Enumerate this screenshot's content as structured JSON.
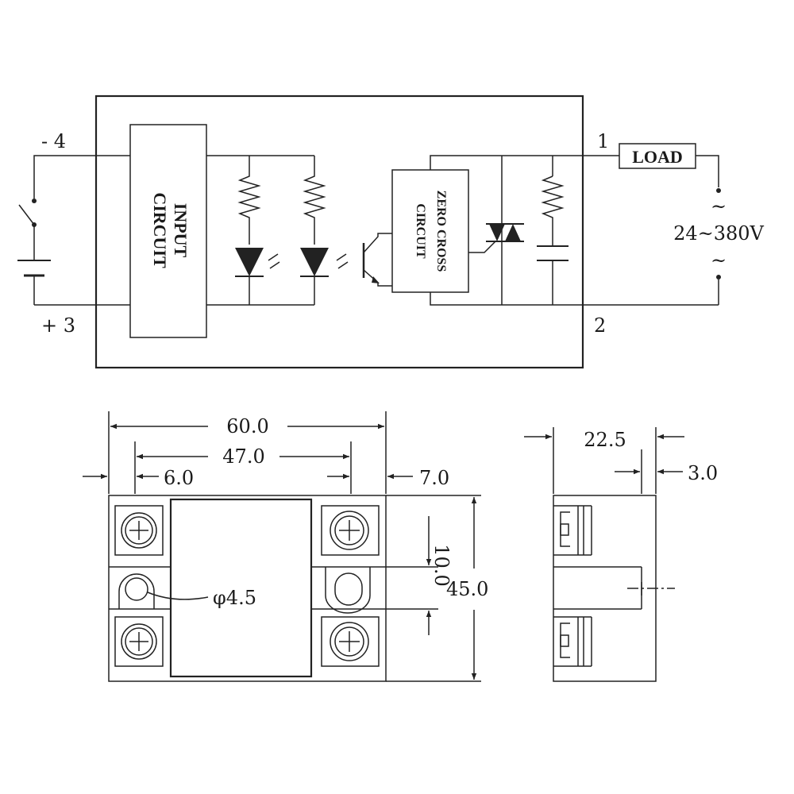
{
  "schematic": {
    "terminal_minus": "- 4",
    "terminal_plus": "+ 3",
    "terminal_load_1": "1",
    "terminal_load_2": "2",
    "input_block_line1": "INPUT",
    "input_block_line2": "CIRCUIT",
    "zero_cross_line1": "ZERO CROSS",
    "zero_cross_line2": "CIRCUIT",
    "load_label": "LOAD",
    "voltage_label": "24~380V",
    "ac_symbol": "~"
  },
  "dimensions": {
    "total_width": "60.0",
    "hole_spacing": "47.0",
    "left_offset": "6.0",
    "right_offset": "7.0",
    "hole_diameter": "φ4.5",
    "slot_height": "10.0",
    "total_height": "45.0",
    "side_depth": "22.5",
    "side_step": "3.0"
  },
  "colors": {
    "line": "#222222",
    "background": "#ffffff"
  }
}
